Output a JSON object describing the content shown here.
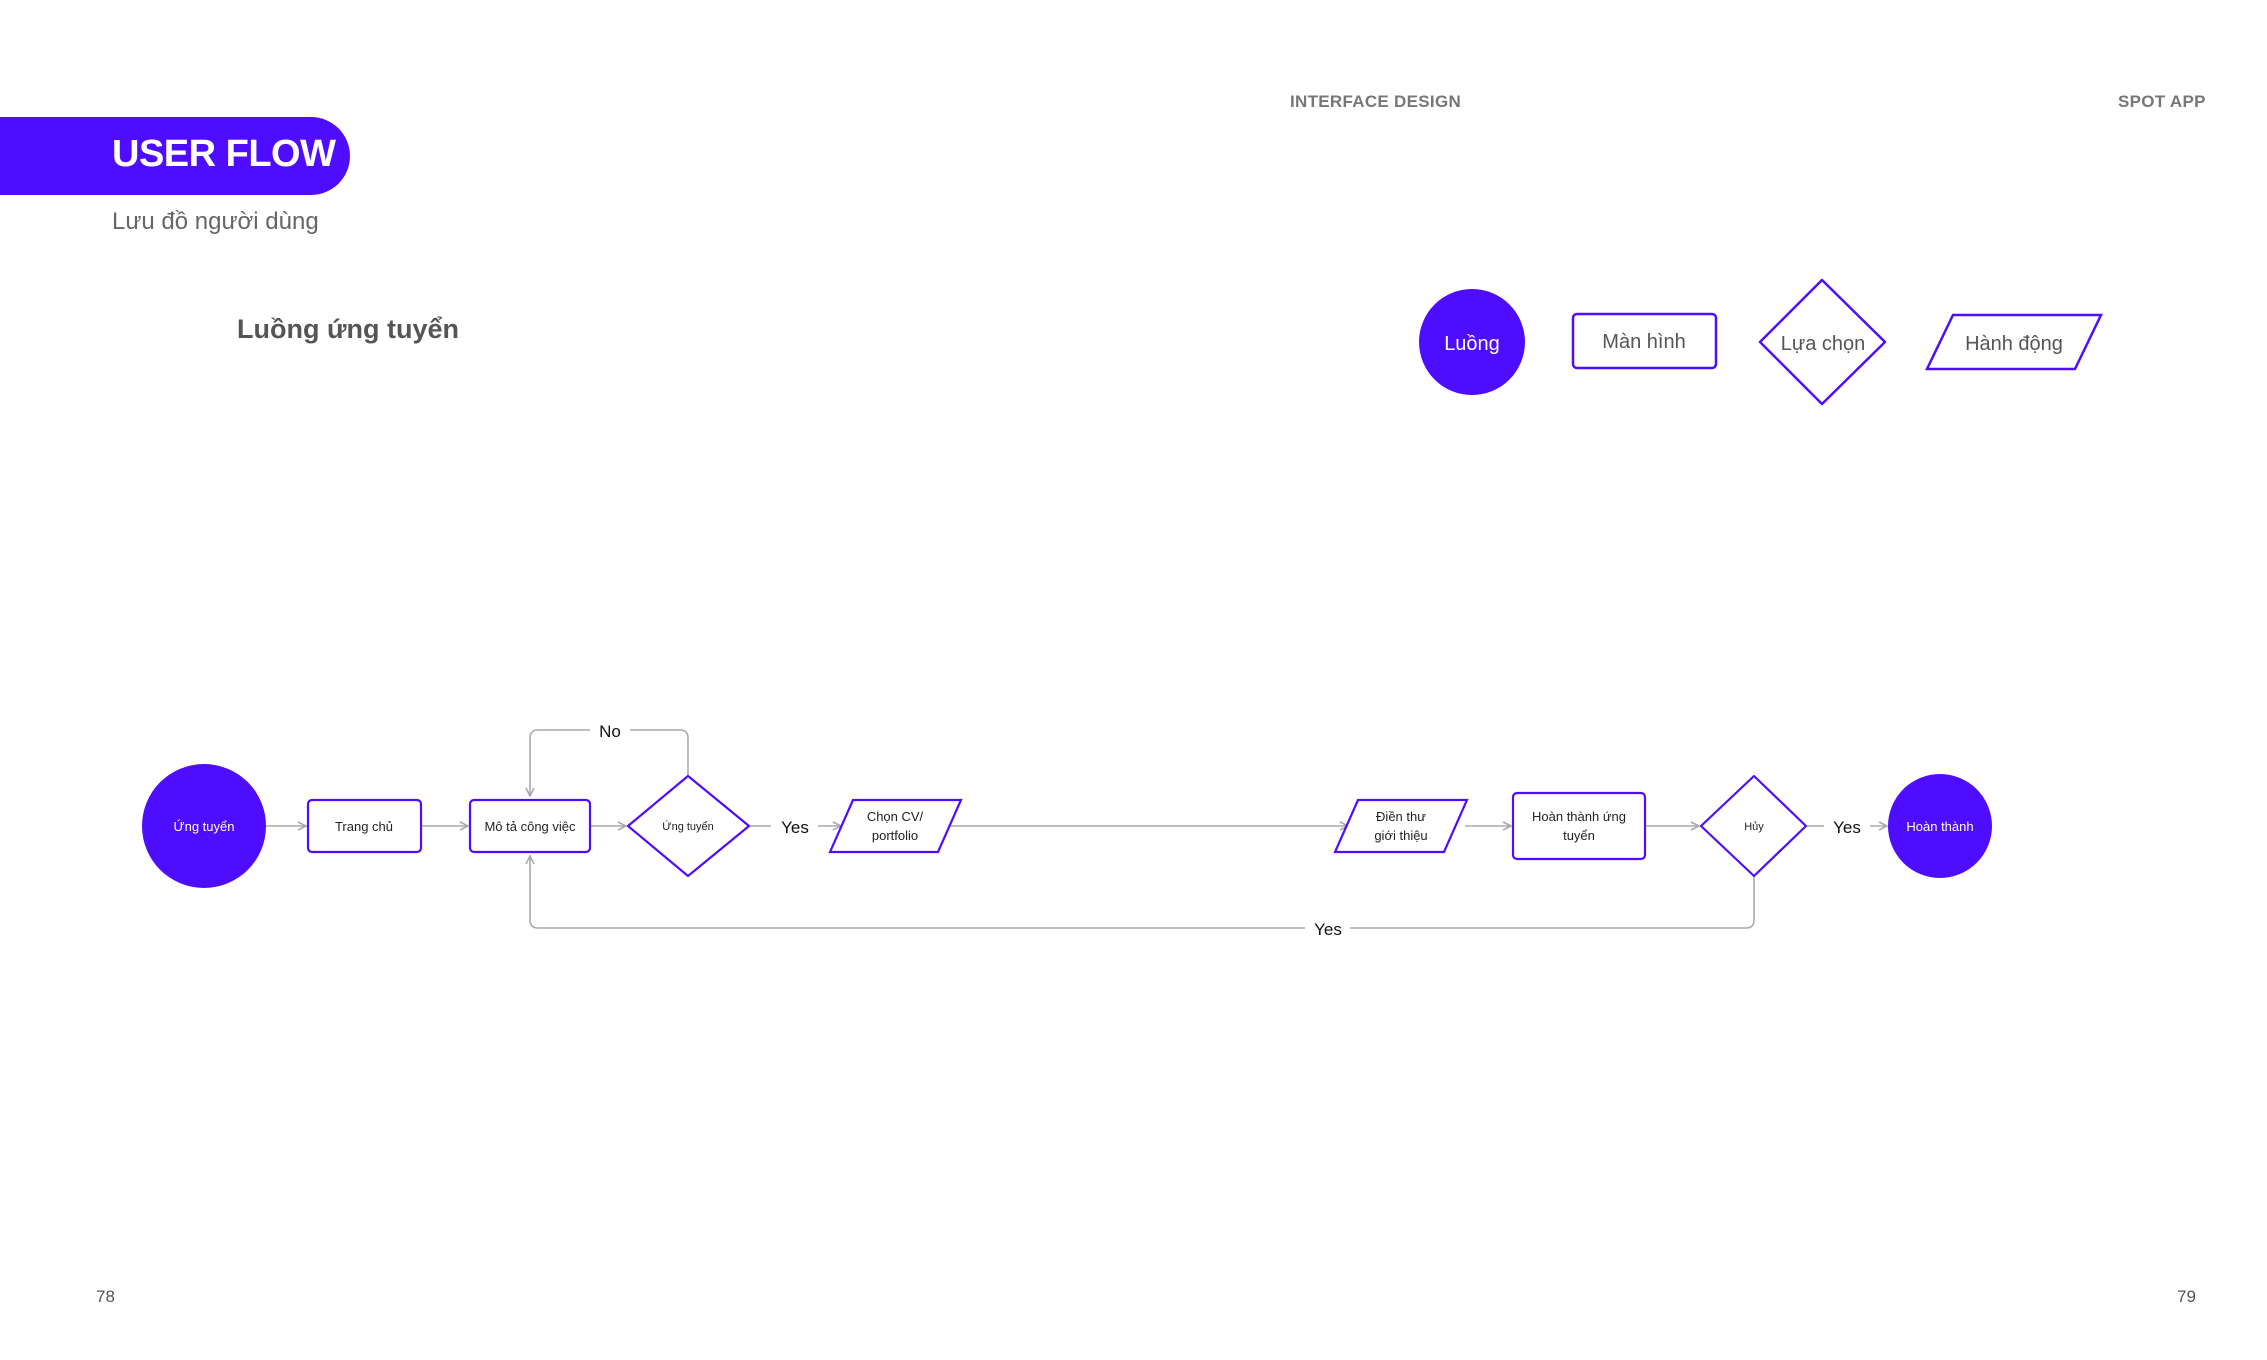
{
  "header": {
    "interface_design": "INTERFACE DESIGN",
    "spot_app": "SPOT APP"
  },
  "title": {
    "main": "USER FLOW",
    "subtitle": "Lưu đồ người dùng"
  },
  "section": {
    "title": "Luồng ứng tuyển"
  },
  "legend": {
    "flow": "Luồng",
    "screen": "Màn hình",
    "choice": "Lựa chọn",
    "action": "Hành động"
  },
  "flow": {
    "start": "Ứng tuyển",
    "home": "Trang chủ",
    "job_desc": "Mô tả công việc",
    "apply_decision": "Ứng tuyển",
    "choose_cv_line1": "Chọn CV/",
    "choose_cv_line2": "portfolio",
    "cover_letter_line1": "Điền thư",
    "cover_letter_line2": "giới thiệu",
    "complete_screen_line1": "Hoàn thành ứng",
    "complete_screen_line2": "tuyển",
    "cancel_decision": "Hủy",
    "end": "Hoàn thành",
    "label_no": "No",
    "label_yes_1": "Yes",
    "label_yes_2": "Yes",
    "label_yes_loop": "Yes"
  },
  "pages": {
    "left": "78",
    "right": "79"
  },
  "colors": {
    "accent": "#4f0dff",
    "connector": "#aaaaaa"
  }
}
